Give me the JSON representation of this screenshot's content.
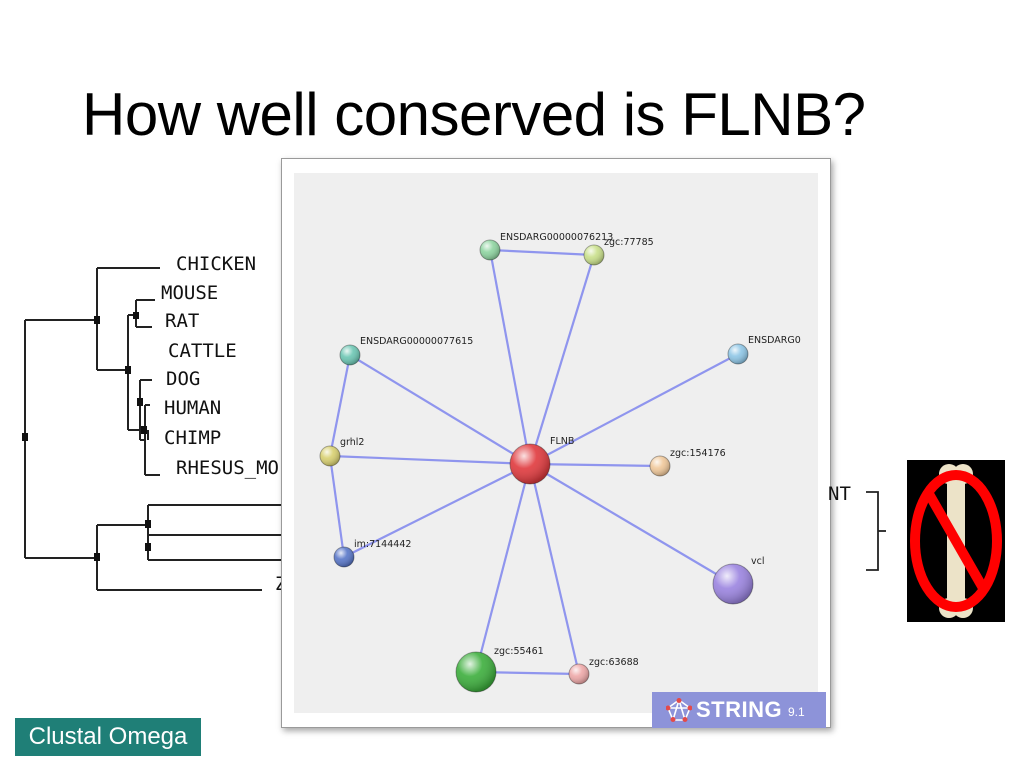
{
  "slide": {
    "title": "How well conserved is FLNB?"
  },
  "tree": {
    "species": [
      "CHICKEN",
      "MOUSE",
      "RAT",
      "CATTLE",
      "DOG",
      "HUMAN",
      "CHIMP",
      "RHESUS_MO"
    ],
    "partial_label": "Z"
  },
  "network": {
    "nodes": [
      {
        "id": "flnb",
        "label": "FLNB",
        "color": "#e0393d"
      },
      {
        "id": "ensdarg1",
        "label": "ENSDARG00000076213",
        "color": "#8ed4a0"
      },
      {
        "id": "zgc77785",
        "label": "zgc:77785",
        "color": "#c9e08a"
      },
      {
        "id": "ensdarg77615",
        "label": "ENSDARG00000077615",
        "color": "#6cc6b3"
      },
      {
        "id": "ensdarg0",
        "label": "ENSDARG0",
        "color": "#8ec6e6"
      },
      {
        "id": "grhl2",
        "label": "grhl2",
        "color": "#d8d070"
      },
      {
        "id": "zgc154176",
        "label": "zgc:154176",
        "color": "#f0c89a"
      },
      {
        "id": "im7144442",
        "label": "im:7144442",
        "color": "#5876c8"
      },
      {
        "id": "vcl",
        "label": "vcl",
        "color": "#9b84e0"
      },
      {
        "id": "zgc55461",
        "label": "zgc:55461",
        "color": "#3cae3c"
      },
      {
        "id": "zgc63688",
        "label": "zgc:63688",
        "color": "#eea8a8"
      }
    ],
    "edges": [
      [
        "flnb",
        "ensdarg1"
      ],
      [
        "flnb",
        "zgc77785"
      ],
      [
        "flnb",
        "ensdarg77615"
      ],
      [
        "flnb",
        "ensdarg0"
      ],
      [
        "flnb",
        "grhl2"
      ],
      [
        "flnb",
        "zgc154176"
      ],
      [
        "flnb",
        "im7144442"
      ],
      [
        "flnb",
        "vcl"
      ],
      [
        "flnb",
        "zgc55461"
      ],
      [
        "flnb",
        "zgc63688"
      ],
      [
        "ensdarg1",
        "zgc77785"
      ],
      [
        "grhl2",
        "ensdarg77615"
      ],
      [
        "grhl2",
        "im7144442"
      ],
      [
        "zgc55461",
        "zgc63688"
      ]
    ],
    "edge_color": "#8f95ee"
  },
  "string_badge": {
    "name": "STRING",
    "version": "9.1",
    "color": "#8d93d9"
  },
  "annotation": {
    "label": "NT"
  },
  "clustal": {
    "label": "Clustal Omega",
    "color": "#1f7f77"
  },
  "no_bone_icon": "no-bone-icon"
}
